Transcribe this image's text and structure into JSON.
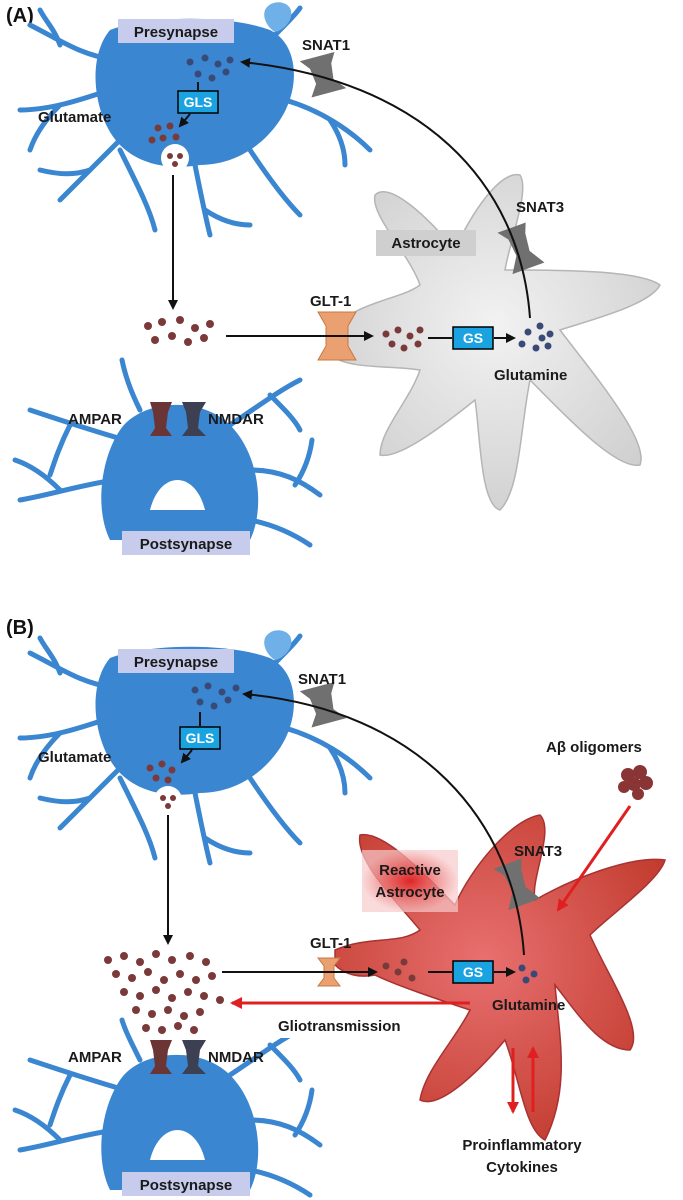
{
  "panel_a": {
    "tag": "(A)",
    "presynapse": "Presynapse",
    "postsynapse": "Postsynapse",
    "glutamate": "Glutamate",
    "gls": "GLS",
    "snat1": "SNAT1",
    "snat3": "SNAT3",
    "astrocyte": "Astrocyte",
    "glt1": "GLT-1",
    "gs": "GS",
    "glutamine": "Glutamine",
    "ampar": "AMPAR",
    "nmdar": "NMDAR"
  },
  "panel_b": {
    "tag": "(B)",
    "presynapse": "Presynapse",
    "postsynapse": "Postsynapse",
    "glutamate": "Glutamate",
    "gls": "GLS",
    "snat1": "SNAT1",
    "snat3": "SNAT3",
    "reactive_astrocyte_1": "Reactive",
    "reactive_astrocyte_2": "Astrocyte",
    "glt1": "GLT-1",
    "gs": "GS",
    "glutamine": "Glutamine",
    "ampar": "AMPAR",
    "nmdar": "NMDAR",
    "abeta": "Aβ oligomers",
    "gliotransmission": "Gliotransmission",
    "cytokines_1": "Proinflammatory",
    "cytokines_2": "Cytokines"
  },
  "colors": {
    "neuron": "#3b86d0",
    "astrocyte": "#dcdcdc",
    "reactive_astrocyte": "#d9534f",
    "box": "#1aa3e0",
    "glutamate_dot": "#7a3a3a",
    "glutamine_dot": "#3a4a78",
    "red_arrow": "#e02020"
  }
}
